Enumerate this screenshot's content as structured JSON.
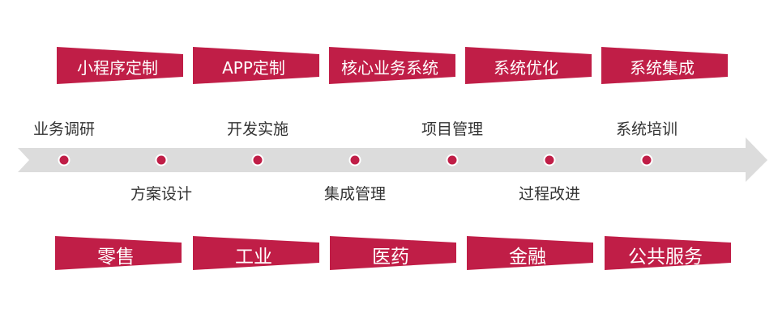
{
  "services": [
    "小程序定制",
    "APP定制",
    "核心业务系统",
    "系统优化",
    "系统集成"
  ],
  "industries": [
    "零售",
    "工业",
    "医药",
    "金融",
    "公共服务"
  ],
  "steps_above": [
    "业务调研",
    "开发实施",
    "项目管理",
    "系统培训"
  ],
  "steps_below": [
    "方案设计",
    "集成管理",
    "过程改进"
  ],
  "colors": {
    "accent": "#c01e47",
    "timeline": "#dcdcdc",
    "text": "#333333"
  }
}
